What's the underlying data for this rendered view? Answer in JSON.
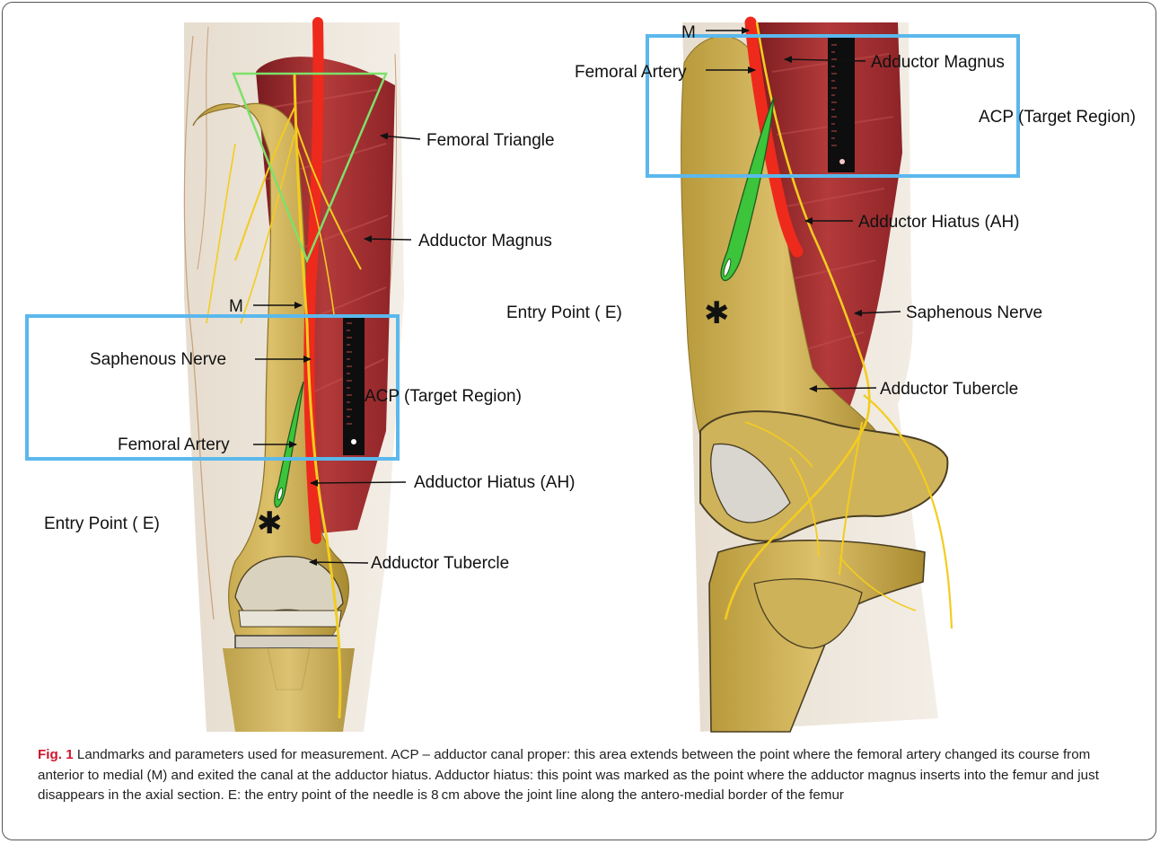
{
  "figure": {
    "left_panel": {
      "labels": {
        "m": "M",
        "femoral_triangle": "Femoral Triangle",
        "adductor_magnus": "Adductor Magnus",
        "saphenous_nerve": "Saphenous Nerve",
        "acp": "ACP (Target Region)",
        "femoral_artery": "Femoral Artery",
        "adductor_hiatus": "Adductor Hiatus (AH)",
        "entry_point": "Entry Point ( E)",
        "adductor_tubercle": "Adductor Tubercle"
      }
    },
    "right_panel": {
      "labels": {
        "m": "M",
        "femoral_artery": "Femoral Artery",
        "adductor_magnus": "Adductor Magnus",
        "acp": "ACP (Target Region)",
        "adductor_hiatus": "Adductor Hiatus (AH)",
        "entry_point": "Entry Point ( E)",
        "saphenous_nerve": "Saphenous Nerve",
        "adductor_tubercle": "Adductor Tubercle"
      }
    },
    "star_symbol": "✱",
    "colors": {
      "target_box": "#5bb8ec",
      "triangle": "#7ee06a",
      "artery": "#ee2a1c",
      "nerve": "#f3cc1f",
      "bone": "#c8a848",
      "muscle": "#9b2a2c",
      "needle": "#3cc43a"
    }
  },
  "caption": {
    "lead": "Fig. 1",
    "text": " Landmarks and parameters used for measurement. ACP – adductor canal proper: this area extends between the point where the femoral artery changed its course from anterior to medial (M) and exited the canal at the adductor hiatus. Adductor hiatus: this point was marked as the point where the adductor magnus inserts into the femur and just disappears in the axial section. E: the entry point of the needle is 8 cm above the joint line along the antero-medial border of the femur"
  }
}
